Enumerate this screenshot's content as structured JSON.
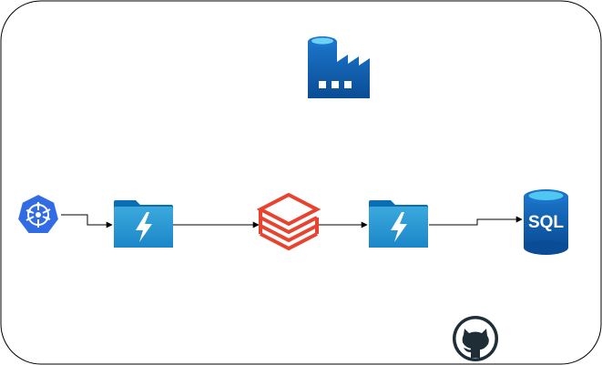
{
  "diagram": {
    "sql_label": "SQL",
    "colors": {
      "frame": "#000000",
      "azure_blue_dark": "#0a4c95",
      "azure_blue": "#1b74c9",
      "azure_blue_light": "#50c7f0",
      "databricks_red": "#e8432f",
      "kubernetes_blue": "#326ce5",
      "github_dark": "#1f2d36",
      "connector": "#000000"
    },
    "nodes": [
      {
        "name": "data-factory-icon",
        "icon": "azure-data-factory"
      },
      {
        "name": "kubernetes-icon",
        "icon": "kubernetes"
      },
      {
        "name": "data-lake-storage-icon-1",
        "icon": "azure-data-lake-storage"
      },
      {
        "name": "databricks-icon",
        "icon": "databricks"
      },
      {
        "name": "data-lake-storage-icon-2",
        "icon": "azure-data-lake-storage"
      },
      {
        "name": "sql-database-icon",
        "icon": "azure-sql-database"
      },
      {
        "name": "github-icon",
        "icon": "github"
      }
    ],
    "edges": [
      {
        "from": "kubernetes-icon",
        "to": "data-lake-storage-icon-1"
      },
      {
        "from": "data-lake-storage-icon-1",
        "to": "databricks-icon"
      },
      {
        "from": "databricks-icon",
        "to": "data-lake-storage-icon-2"
      },
      {
        "from": "data-lake-storage-icon-2",
        "to": "sql-database-icon"
      }
    ]
  }
}
